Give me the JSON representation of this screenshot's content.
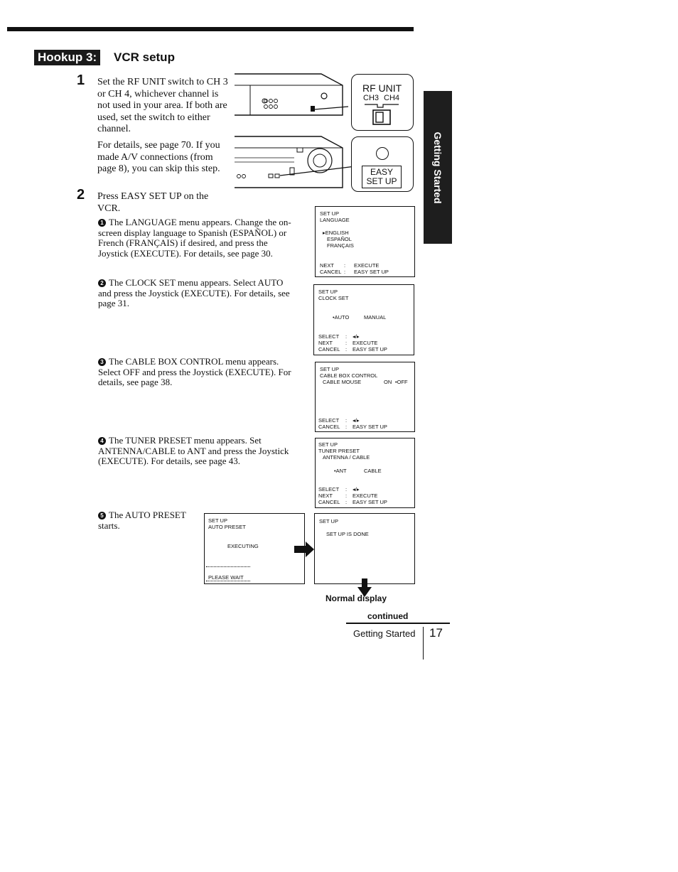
{
  "header": {
    "hookup_label": "Hookup 3:",
    "title": "VCR setup"
  },
  "side_tab": "Getting Started",
  "steps": [
    {
      "num": "1",
      "text": "Set the RF UNIT switch to CH 3 or CH 4, whichever channel is not used in your area. If both are used, set the switch to either channel.",
      "details": "For details, see page 70. If you made A/V connections (from page 8), you can skip this step."
    },
    {
      "num": "2",
      "text": "Press EASY SET UP on the VCR."
    }
  ],
  "substeps": [
    {
      "marker": "1",
      "text": "The LANGUAGE menu appears. Change the on-screen display language to Spanish (ESPAÑOL) or French (FRANÇAIS) if desired, and press the Joystick (EXECUTE). For details, see page 30."
    },
    {
      "marker": "2",
      "text": "The CLOCK SET menu appears. Select AUTO and press the Joystick (EXECUTE). For details, see page 31."
    },
    {
      "marker": "3",
      "text": "The CABLE BOX CONTROL menu appears. Select OFF and press the Joystick (EXECUTE). For details, see page 38."
    },
    {
      "marker": "4",
      "text": "The TUNER PRESET menu appears. Set ANTENNA/CABLE to ANT and press the Joystick (EXECUTE). For details, see page 43."
    },
    {
      "marker": "5",
      "text": "The AUTO PRESET starts."
    }
  ],
  "illustration": {
    "rf_unit_label": "RF UNIT",
    "rf_ch3": "CH3",
    "rf_ch4": "CH4",
    "easy_label_1": "EASY",
    "easy_label_2": "SET UP"
  },
  "screens": {
    "language": {
      "l1": "SET UP",
      "l2": "LANGUAGE",
      "o1": "▸ENGLISH",
      "o2": "ESPAÑOL",
      "o3": "FRANÇAIS",
      "n1k": "NEXT",
      "n1v": "EXECUTE",
      "n2k": "CANCEL",
      "n2v": "EASY SET UP"
    },
    "clock": {
      "l1": "SET UP",
      "l2": "CLOCK SET",
      "o1": "•AUTO",
      "o2": "MANUAL",
      "n0k": "SELECT",
      "n0v": "◂/▸",
      "n1k": "NEXT",
      "n1v": "EXECUTE",
      "n2k": "CANCEL",
      "n2v": "EASY SET UP"
    },
    "cable": {
      "l1": "SET UP",
      "l2": "CABLE BOX CONTROL",
      "l3": "CABLE MOUSE",
      "o1": "ON",
      "o2": "•OFF",
      "n0k": "SELECT",
      "n0v": "◂/▸",
      "n2k": "CANCEL",
      "n2v": "EASY SET UP"
    },
    "tuner": {
      "l1": "SET UP",
      "l2": "TUNER PRESET",
      "l3": "ANTENNA / CABLE",
      "o1": "•ANT",
      "o2": "CABLE",
      "n0k": "SELECT",
      "n0v": "◂/▸",
      "n1k": "NEXT",
      "n1v": "EXECUTE",
      "n2k": "CANCEL",
      "n2v": "EASY SET UP"
    },
    "auto": {
      "l1": "SET UP",
      "l2": "AUTO PRESET",
      "l3": "EXECUTING",
      "l4": "PLEASE WAIT"
    },
    "done": {
      "l1": "SET UP",
      "l2": "SET UP IS DONE"
    }
  },
  "normal_display": "Normal display",
  "footer": {
    "continued": "continued",
    "section": "Getting Started",
    "page": "17"
  }
}
